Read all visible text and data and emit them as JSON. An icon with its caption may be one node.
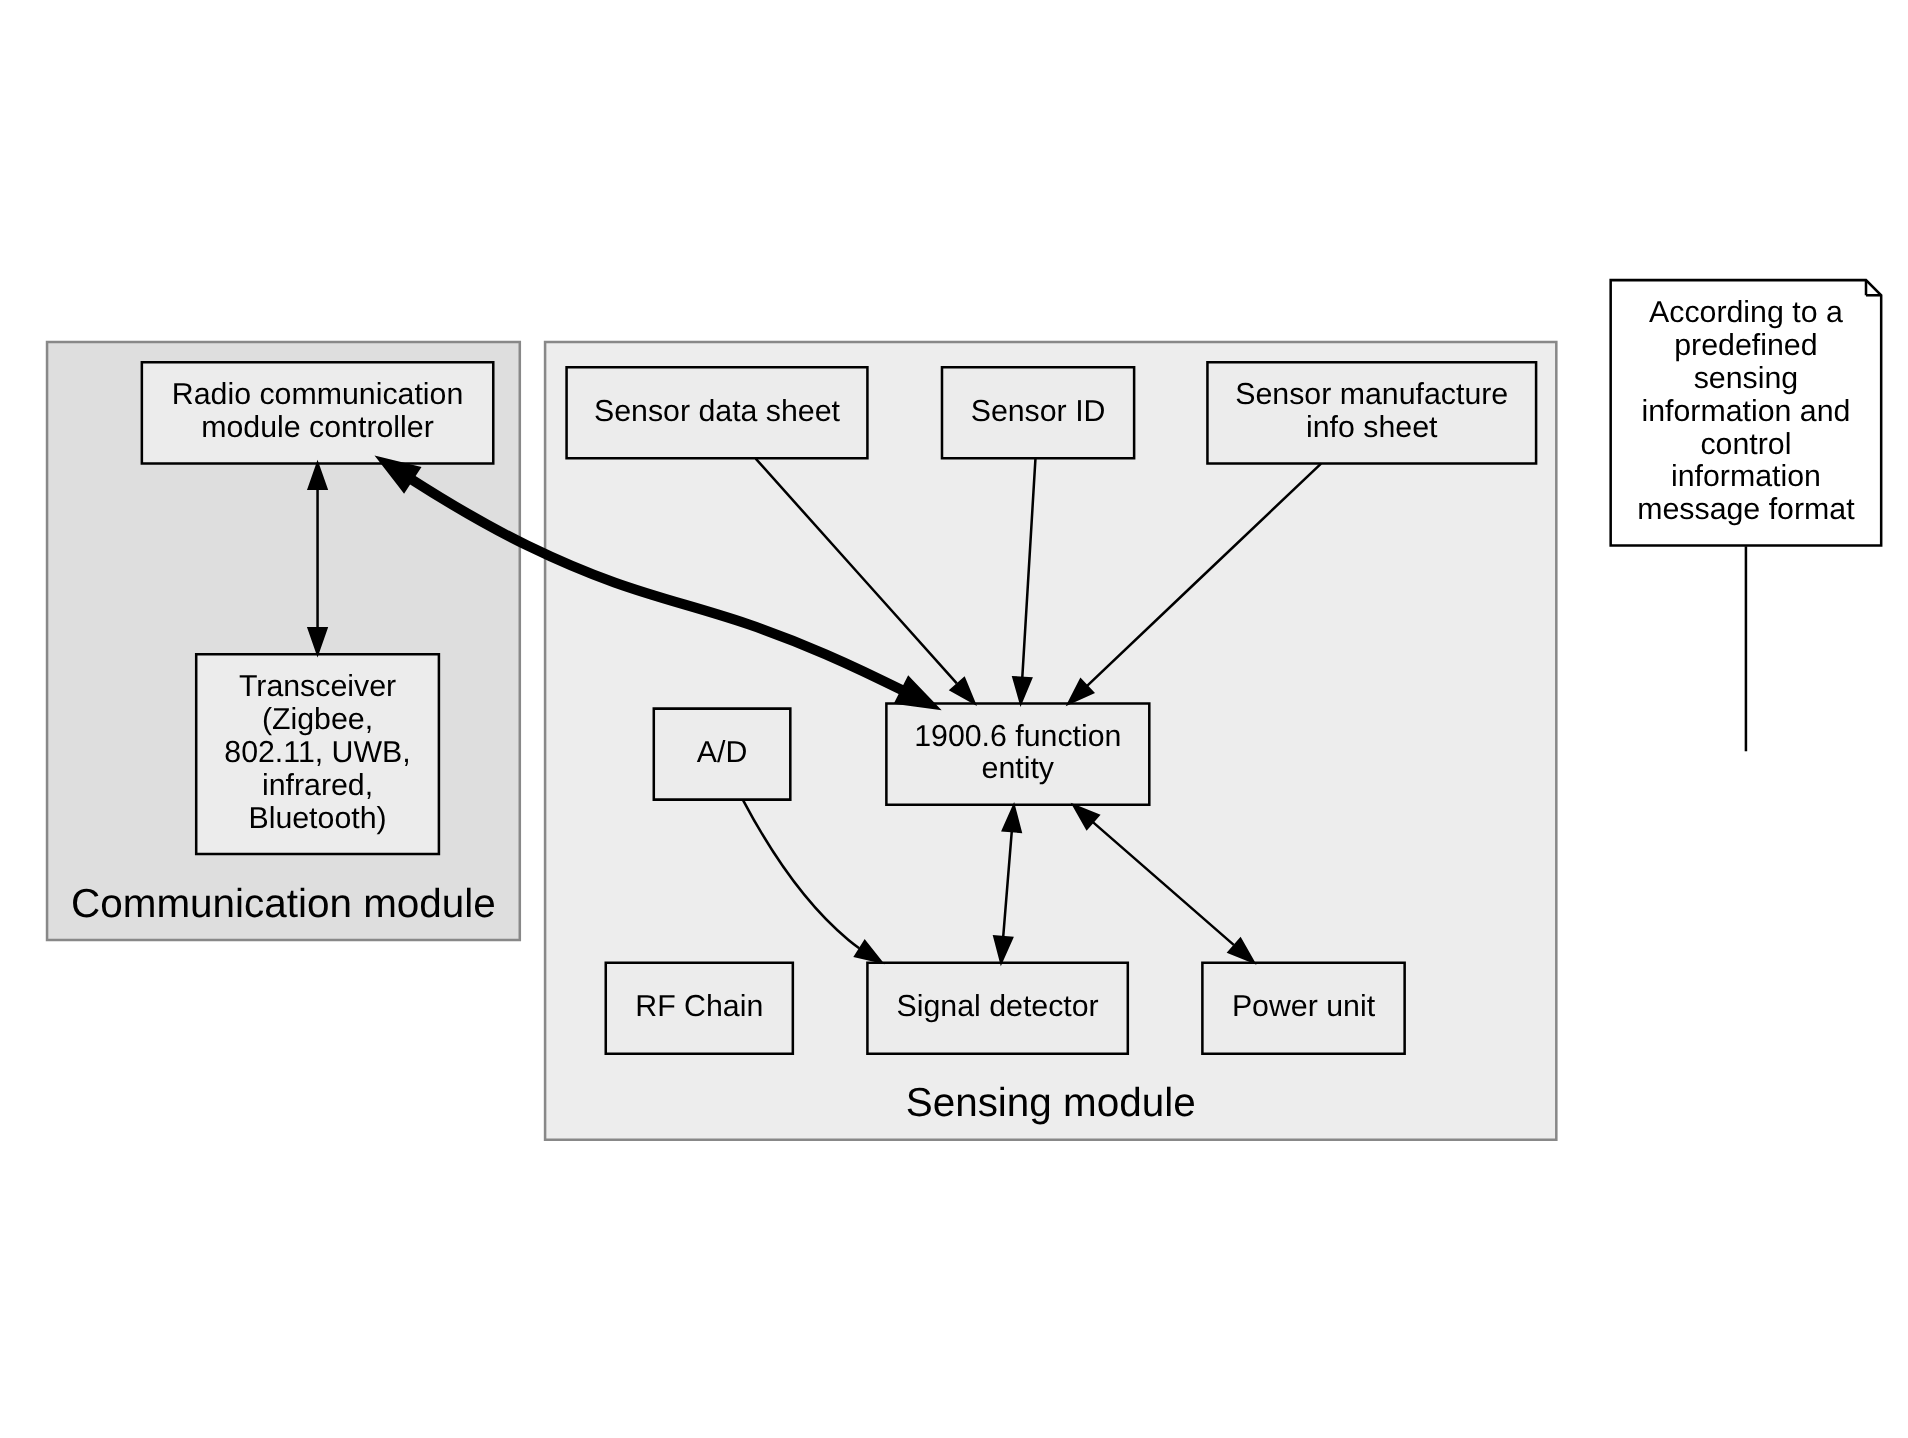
{
  "diagram": {
    "nodes": [
      {
        "text": [
          "Communication module"
        ]
      },
      {
        "text": [
          "Radio communication module controller"
        ],
        "in": 0
      },
      {
        "text": [
          "Transceiver (Zigbee, 802.11, UWB, infrared, Bluetooth)"
        ],
        "in": 0
      },
      {
        "text": [
          "Sensing module"
        ]
      },
      {
        "text": [
          "1900.6 function entity"
        ],
        "in": 3
      },
      {
        "text": [
          "Sensor manufacture info sheet"
        ],
        "in": 3
      },
      {
        "text": [
          "Sensor ID"
        ],
        "in": 3
      },
      {
        "text": [
          "Sensor data sheet"
        ],
        "in": 3
      },
      {
        "text": [
          "Signal detector"
        ],
        "in": 3
      },
      {
        "text": [
          "A/D"
        ],
        "in": 3
      },
      {
        "text": [
          "RF Chain"
        ],
        "in": 3
      },
      {
        "text": [
          "Power unit"
        ],
        "in": 3
      },
      {
        "text": [
          "According to a predefined sensing information and control information message format"
        ]
      }
    ],
    "edges": [
      {
        "from": 1,
        "to": 4,
        "arrow": "both",
        "style": "thick"
      },
      {
        "from": 5,
        "to": 4,
        "arrow": "to"
      },
      {
        "from": 6,
        "to": 4,
        "arrow": "to"
      },
      {
        "from": 7,
        "to": 4,
        "arrow": "to"
      },
      {
        "from": 4,
        "to": 8,
        "arrow": "both"
      },
      {
        "from": 9,
        "to": 8,
        "arrow": "to"
      },
      {
        "from": 4,
        "to": 11,
        "arrow": "both"
      },
      {
        "from": 1,
        "to": 2,
        "arrow": "both"
      },
      {
        "from": 12,
        "to": null,
        "arrow": "none"
      }
    ]
  }
}
